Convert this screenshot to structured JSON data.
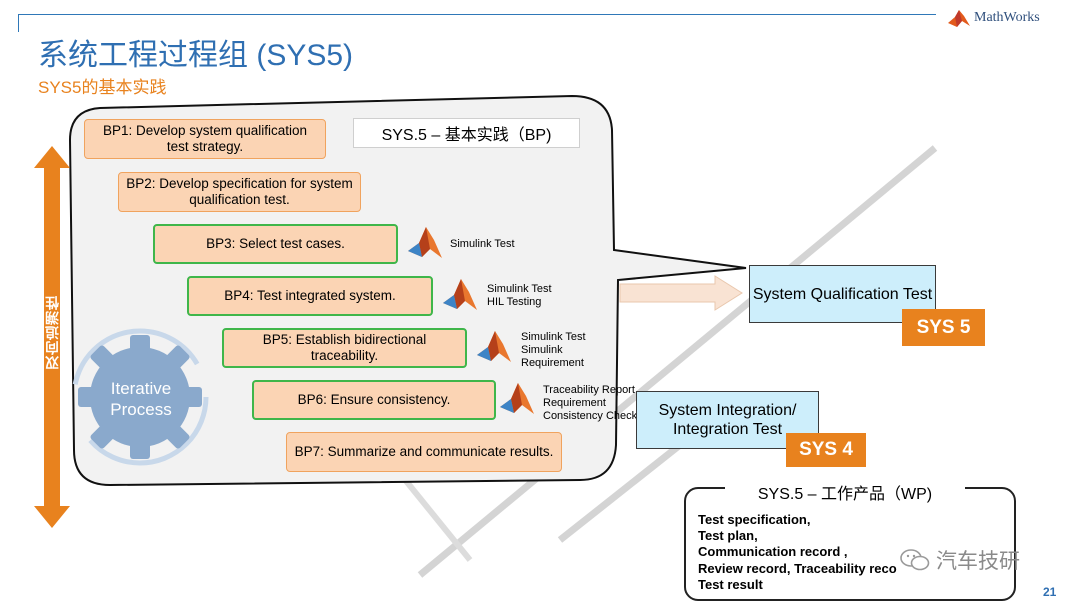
{
  "header": {
    "logo_text": "MathWorks",
    "title": "系统工程过程组 (SYS5)",
    "subtitle": "SYS5的基本实践"
  },
  "bp_panel": {
    "header": "SYS.5 – 基本实践（BP)",
    "practices": [
      {
        "label": "BP1: Develop system qualification test strategy.",
        "style": "orange"
      },
      {
        "label": "BP2: Develop specification for system qualification test.",
        "style": "orange"
      },
      {
        "label": "BP3:  Select test cases.",
        "style": "green"
      },
      {
        "label": "BP4:  Test integrated system.",
        "style": "green"
      },
      {
        "label": "BP5:  Establish bidirectional traceability.",
        "style": "green"
      },
      {
        "label": "BP6:  Ensure consistency.",
        "style": "green"
      },
      {
        "label": "BP7:  Summarize and communicate results.",
        "style": "orange"
      }
    ],
    "tools": {
      "bp3": [
        "Simulink Test"
      ],
      "bp4": [
        "Simulink Test",
        "HIL Testing"
      ],
      "bp5": [
        "Simulink Test",
        "Simulink",
        "Requirement"
      ],
      "bp6": [
        "Traceability Report",
        "Requirement",
        "Consistency Check"
      ]
    }
  },
  "side_label": "双向追溯性",
  "gear_label": [
    "Iterative",
    "Process"
  ],
  "sys5": {
    "box": "System Qualification Test",
    "tag": "SYS 5"
  },
  "sys4": {
    "box": "System Integration/ Integration Test",
    "tag": "SYS 4"
  },
  "work_products": {
    "title": "SYS.5 – 工作产品（WP)",
    "items": [
      "Test specification,",
      "Test plan,",
      "Communication record ,",
      "Review record, Traceability reco",
      "Test result"
    ]
  },
  "watermark": "汽车技研",
  "page_number": "21",
  "colors": {
    "title_blue": "#2f6fb2",
    "accent_orange": "#e8821e",
    "bp_fill": "#fbd4b4",
    "bp_green_border": "#3fb64a",
    "sys_box_fill": "#cdeefb"
  }
}
